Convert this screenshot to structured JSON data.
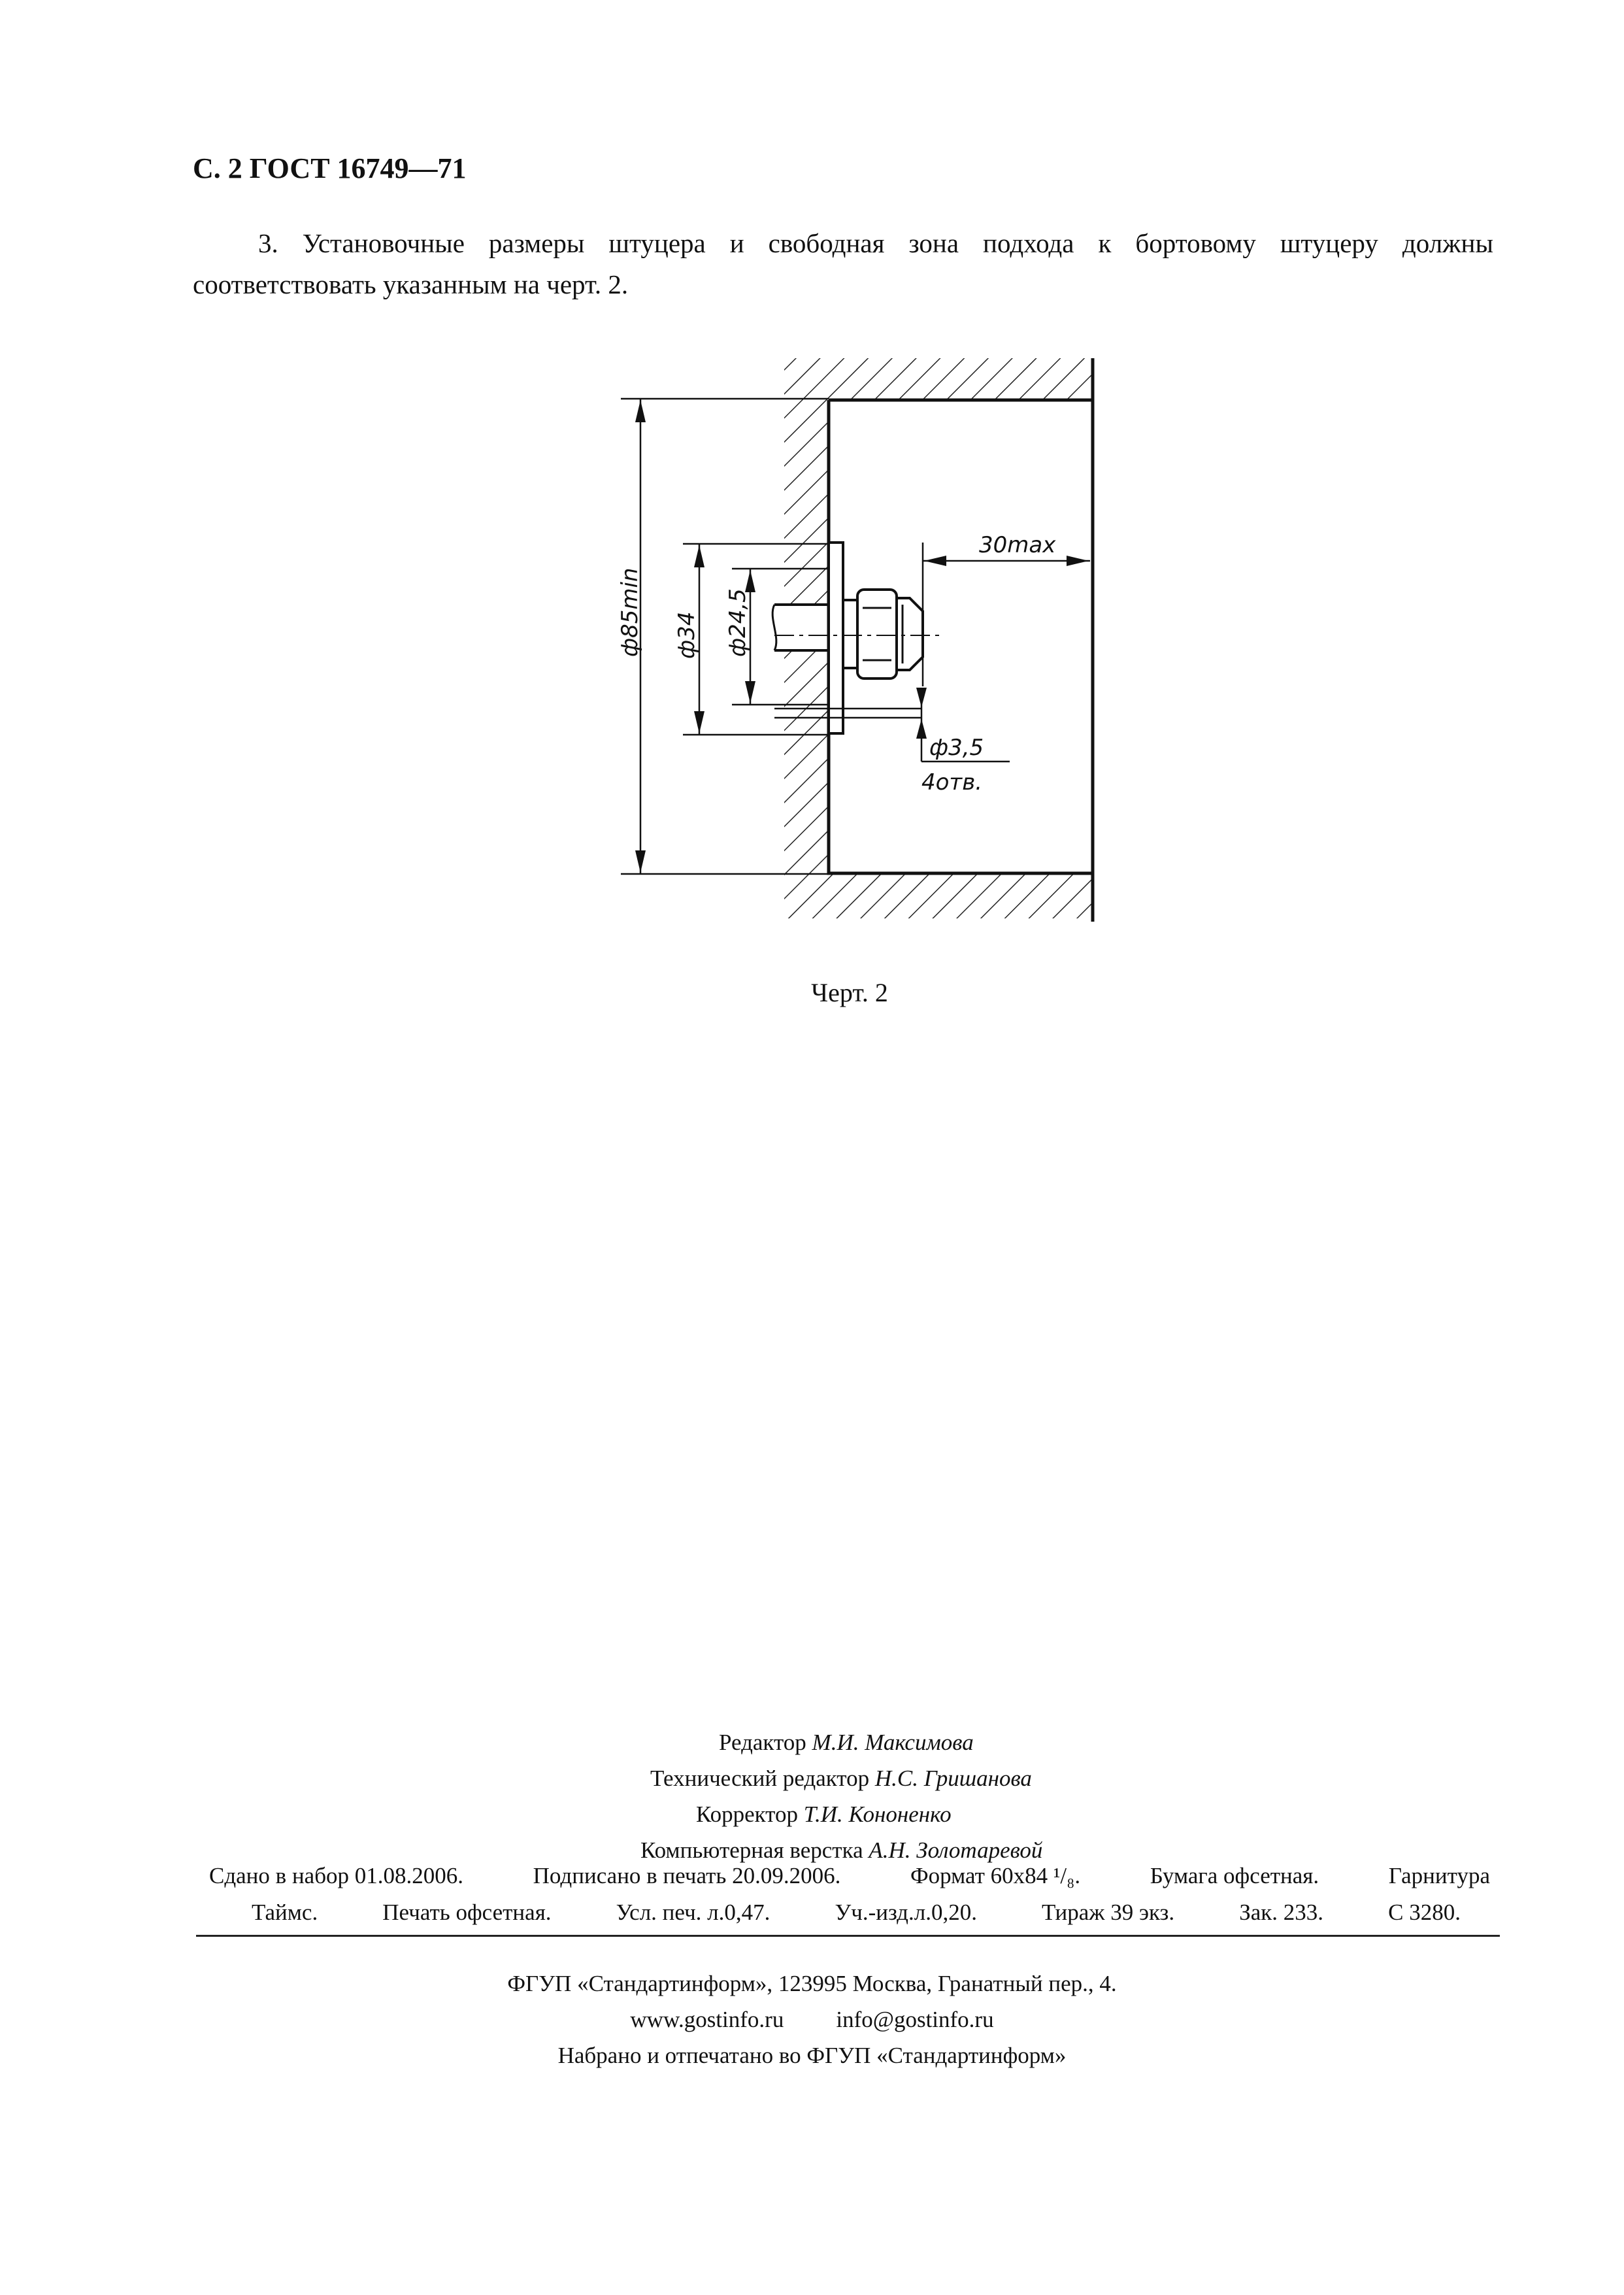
{
  "header": {
    "page_label": "С. 2 ГОСТ 16749—71"
  },
  "body": {
    "paragraph_line1": "3. Установочные размеры штуцера и свободная зона подхода к бортовому штуцеру должны",
    "paragraph_line2": "соответствовать указанным на черт. 2."
  },
  "drawing": {
    "dim_85": "ф85min",
    "dim_34": "ф34",
    "dim_24_5": "ф24,5",
    "dim_30": "30max",
    "dim_3_5": "ф3,5",
    "holes": "4отв.",
    "caption": "Черт. 2"
  },
  "imprint": {
    "editor_role": "Редактор",
    "editor_name": "М.И. Максимова",
    "tech_editor_role": "Технический редактор",
    "tech_editor_name": "Н.С. Гришанова",
    "corrector_role": "Корректор",
    "corrector_name": "Т.И. Кононенко",
    "layout_role": "Компьютерная верстка",
    "layout_name": "А.Н. Золотаревой",
    "line1": [
      "Сдано в набор  01.08.2006.",
      "Подписано в печать 20.09.2006.",
      "Формат 60х84 ¹/₈.",
      "Бумага офсетная.",
      "Гарнитура"
    ],
    "line2": [
      "Таймс.",
      "Печать офсетная.",
      "Усл. печ. л.0,47.",
      "Уч.-изд.л.0,20.",
      "Тираж 39 экз.",
      "Зак. 233.",
      "С 3280."
    ]
  },
  "footer": {
    "publisher": "ФГУП «Стандартинформ», 123995 Москва, Гранатный пер., 4.",
    "website": "www.gostinfo.ru",
    "email": "info@gostinfo.ru",
    "printed": "Набрано и отпечатано во ФГУП «Стандартинформ»"
  }
}
